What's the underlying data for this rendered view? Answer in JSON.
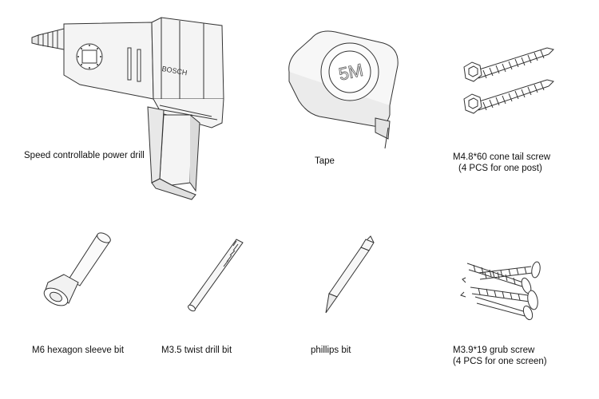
{
  "tools": [
    {
      "id": "drill",
      "icon": "power-drill-icon",
      "brand": "BOSCH",
      "lines": [
        "Speed controllable power drill"
      ]
    },
    {
      "id": "tape",
      "icon": "tape-measure-icon",
      "marking": "5M",
      "lines": [
        "Tape"
      ]
    },
    {
      "id": "cone-screw",
      "icon": "cone-tail-screw-icon",
      "lines": [
        "M4.8*60 cone tail screw",
        "(4 PCS for one post)"
      ]
    },
    {
      "id": "sleeve-bit",
      "icon": "hexagon-sleeve-bit-icon",
      "lines": [
        "M6 hexagon sleeve bit"
      ]
    },
    {
      "id": "twist-bit",
      "icon": "twist-drill-bit-icon",
      "lines": [
        "M3.5 twist drill bit"
      ]
    },
    {
      "id": "phillips-bit",
      "icon": "phillips-bit-icon",
      "lines": [
        "phillips bit"
      ]
    },
    {
      "id": "grub-screw",
      "icon": "grub-screw-icon",
      "lines": [
        "M3.9*19 grub screw",
        "(4 PCS for one screen)"
      ]
    }
  ]
}
